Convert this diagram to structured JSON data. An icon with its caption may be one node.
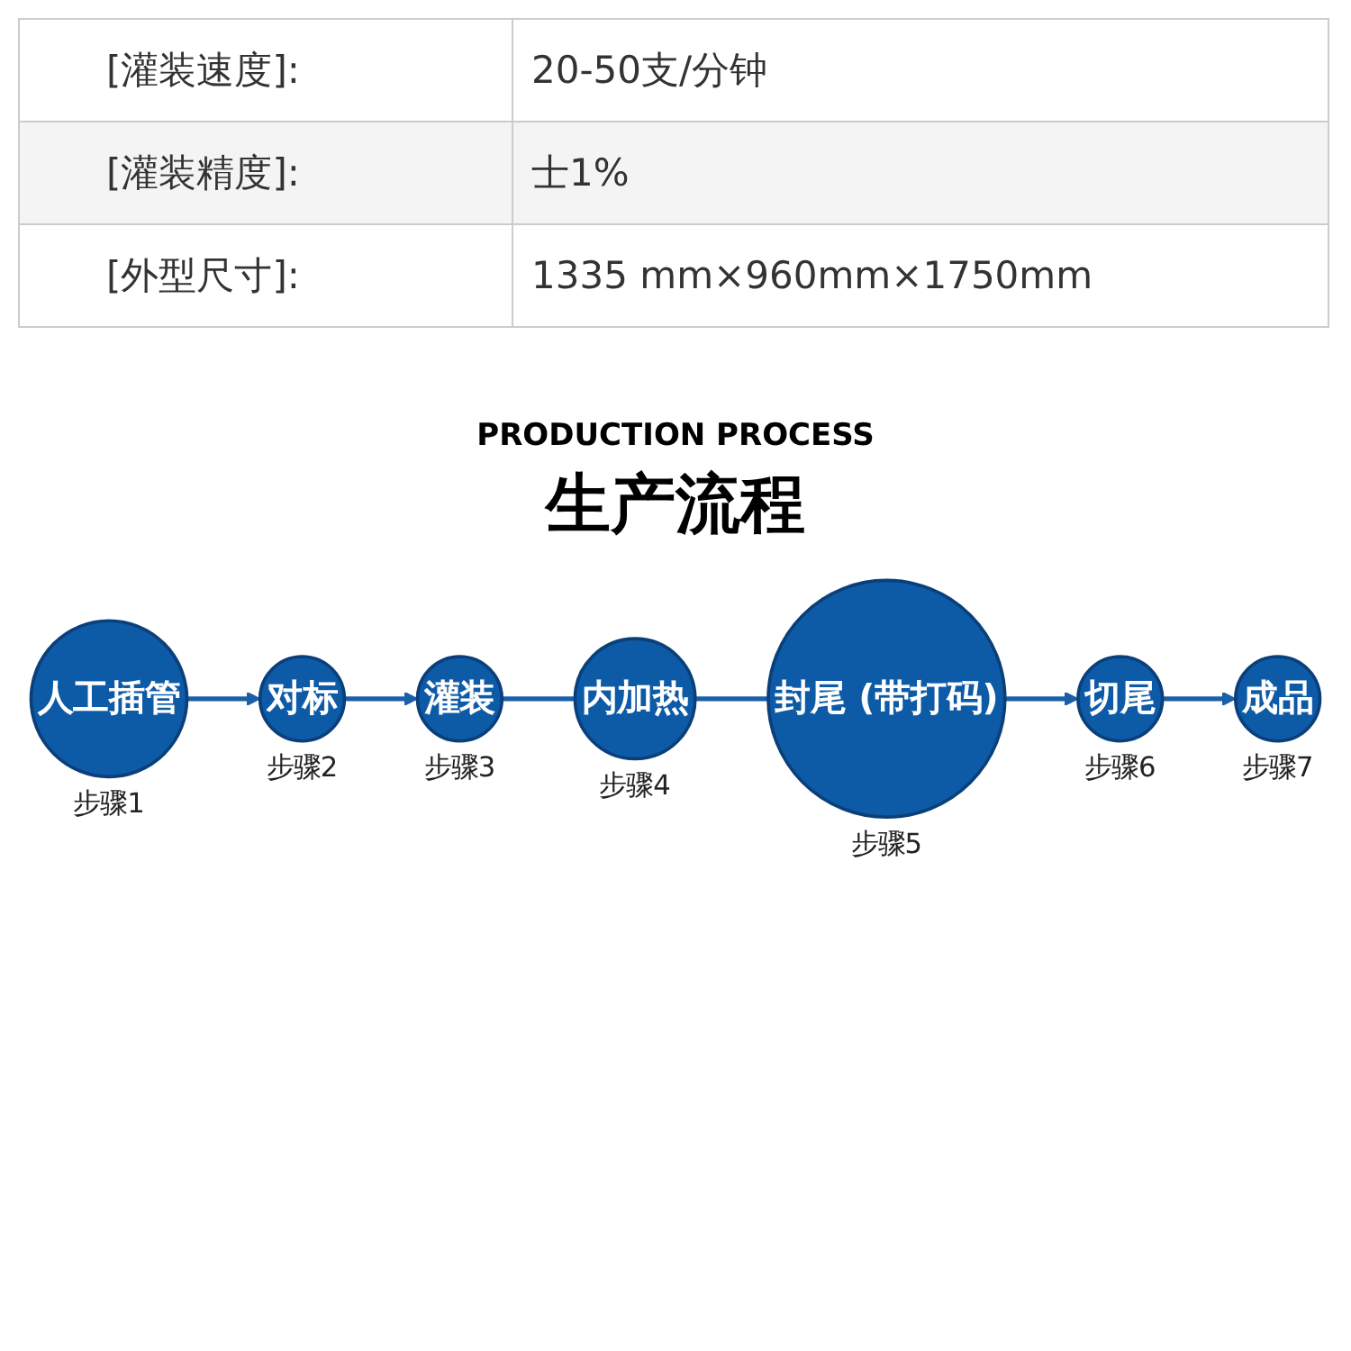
{
  "diagram": {
    "title": "生产流程",
    "nodes": [
      {
        "text": [
          "人工插管"
        ],
        "beside": [
          "步骤1"
        ]
      },
      {
        "text": [
          "对标"
        ],
        "beside": [
          "步骤2"
        ]
      },
      {
        "text": [
          "灌装"
        ],
        "beside": [
          "步骤3"
        ]
      },
      {
        "text": [
          "内加热"
        ],
        "beside": [
          "步骤4"
        ]
      },
      {
        "text": [
          "封尾 (带打码)"
        ],
        "beside": [
          "步骤5"
        ]
      },
      {
        "text": [
          "切尾"
        ],
        "beside": [
          "步骤6"
        ]
      },
      {
        "text": [
          "成品"
        ],
        "beside": [
          "步骤7"
        ]
      }
    ],
    "edges": [
      {
        "from": 0,
        "to": 1,
        "arrow": "to"
      },
      {
        "from": 1,
        "to": 2,
        "arrow": "to"
      },
      {
        "from": 2,
        "to": 3,
        "arrow": "none"
      },
      {
        "from": 3,
        "to": 4,
        "arrow": "none"
      },
      {
        "from": 4,
        "to": 5,
        "arrow": "to"
      },
      {
        "from": 5,
        "to": 6,
        "arrow": "to"
      }
    ],
    "labels": [
      "[灌装速度]:",
      "20-50支/分钟",
      "[灌装精度]:",
      "士1%",
      "[外型尺寸]:",
      "1335 mm×960mm×1750mm",
      "PRODUCTION PROCESS"
    ]
  }
}
